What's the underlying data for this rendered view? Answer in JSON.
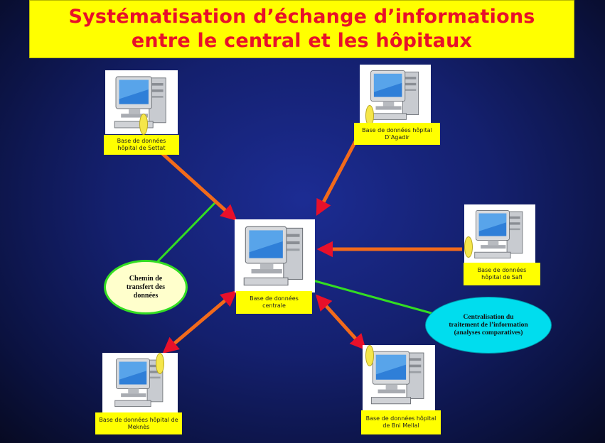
{
  "title": {
    "line1": "Systématisation d’échange d’informations",
    "line2": "entre le central et les hôpitaux"
  },
  "nodes": {
    "settat": "Base de données hôpital de Settat",
    "agadir": "Base de données hôpital D’Agadir",
    "central": "Base de données centrale",
    "safi": "Base de données hôpital de Safi",
    "meknes": "Base de données hôpital de Meknès",
    "bni_mellal": "Base de données hôpital de Bni Mellal"
  },
  "callouts": {
    "transfer": "Chemin de transfert des données",
    "centralisation": "Centralisation du traitement de l’information (analyses comparatives)"
  },
  "icons": {
    "computer": "computer-icon"
  },
  "colors": {
    "title_bg": "#ffff00",
    "title_text": "#e8102a",
    "label_bg": "#ffff00",
    "arrow": "#f26a1b",
    "connector": "#33dd22",
    "transfer_fill": "#ffffcc",
    "centralisation_fill": "#00ddee"
  }
}
